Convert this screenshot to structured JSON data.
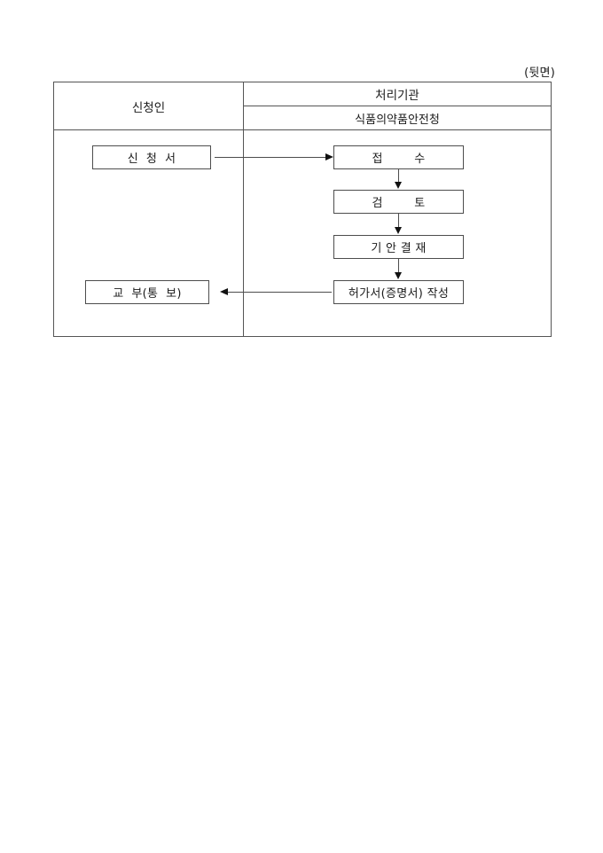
{
  "page": {
    "corner_label": "(뒷면)"
  },
  "table": {
    "columns": [
      {
        "id": "applicant",
        "header": "신청인"
      },
      {
        "id": "agency",
        "header": "처리기관",
        "subheader": "식품의약품안전청"
      }
    ]
  },
  "flow": {
    "nodes": [
      {
        "id": "application",
        "label": "신  청  서",
        "lane": "applicant"
      },
      {
        "id": "receipt",
        "label": "접        수",
        "lane": "agency"
      },
      {
        "id": "review",
        "label": "검        토",
        "lane": "agency"
      },
      {
        "id": "draft-approve",
        "label": "기 안 결 재",
        "lane": "agency"
      },
      {
        "id": "issue-prepare",
        "label": "허가서(증명서) 작성",
        "lane": "agency"
      },
      {
        "id": "delivery",
        "label": "교  부(통  보)",
        "lane": "applicant"
      }
    ],
    "connectors": [
      {
        "id": "application-to-receipt",
        "from": "application",
        "to": "receipt",
        "direction": "right"
      },
      {
        "id": "receipt-to-review",
        "from": "receipt",
        "to": "review",
        "direction": "down"
      },
      {
        "id": "review-to-draft-approve",
        "from": "review",
        "to": "draft-approve",
        "direction": "down"
      },
      {
        "id": "draft-approve-to-issue",
        "from": "draft-approve",
        "to": "issue-prepare",
        "direction": "down"
      },
      {
        "id": "issue-to-delivery",
        "from": "issue-prepare",
        "to": "delivery",
        "direction": "left"
      }
    ]
  },
  "colors": {
    "border": "#555555",
    "node_border": "#4d4d4d",
    "arrow": "#111111",
    "text": "#1a1a1a",
    "background": "#ffffff"
  }
}
